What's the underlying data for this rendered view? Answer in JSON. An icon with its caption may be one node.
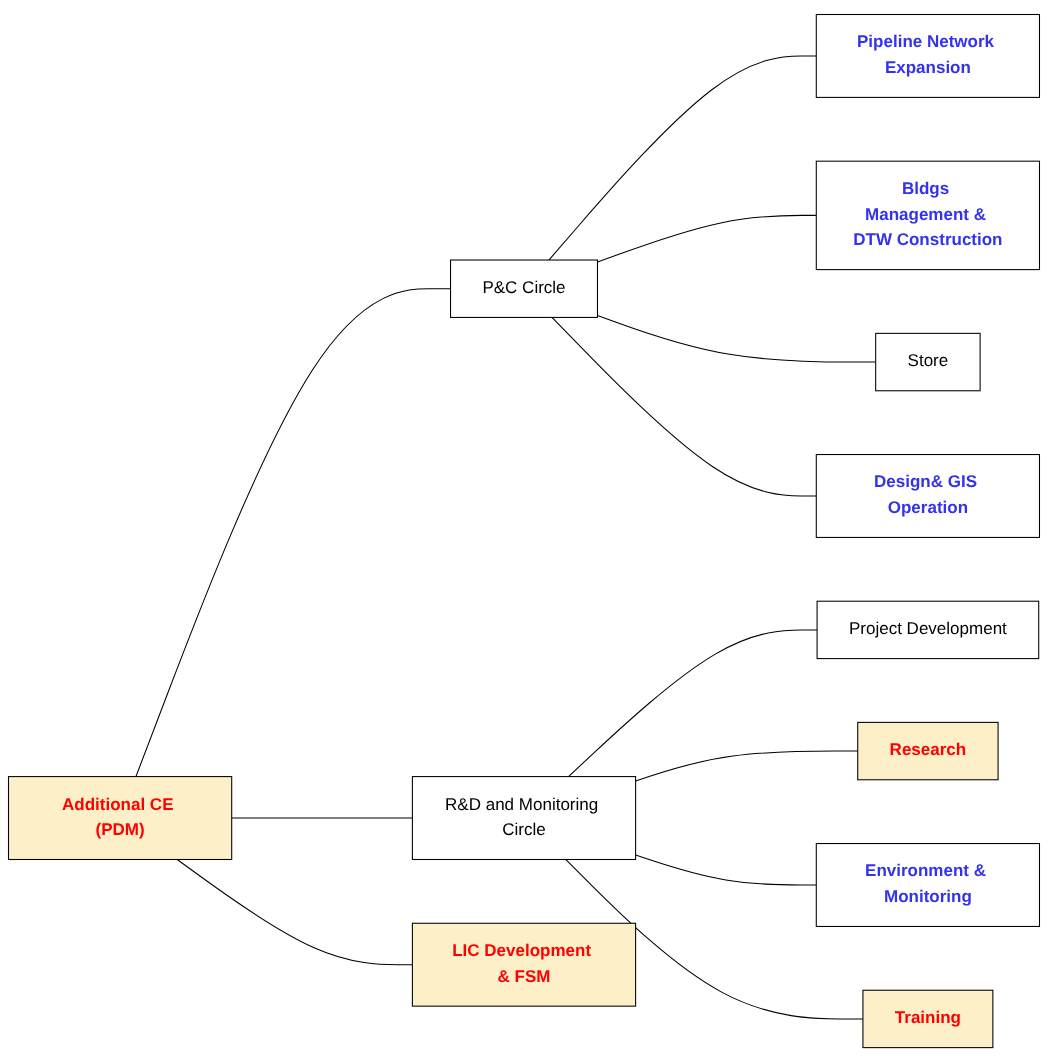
{
  "diagram": {
    "nodes": [
      {
        "text": [
          "Additional CE (PDM)"
        ]
      },
      {
        "text": [
          "P&C Circle"
        ]
      },
      {
        "text": [
          "R&D and Monitoring Circle"
        ]
      },
      {
        "text": [
          "Pipeline Network Expansion"
        ]
      },
      {
        "text": [
          "Bldgs Management & DTW Construction"
        ]
      },
      {
        "text": [
          "Store"
        ]
      },
      {
        "text": [
          "Design& GIS Operation"
        ]
      },
      {
        "text": [
          "Project Development"
        ]
      },
      {
        "text": [
          "Research"
        ]
      },
      {
        "text": [
          "Environment & Monitoring"
        ]
      },
      {
        "text": [
          "Training"
        ]
      },
      {
        "text": [
          "LIC Development & FSM"
        ]
      }
    ],
    "edges": [
      {
        "from": 0,
        "to": 1,
        "arrow": "none"
      },
      {
        "from": 0,
        "to": 2,
        "arrow": "none"
      },
      {
        "from": 0,
        "to": 11,
        "arrow": "none"
      },
      {
        "from": 1,
        "to": 3,
        "arrow": "none"
      },
      {
        "from": 1,
        "to": 4,
        "arrow": "none"
      },
      {
        "from": 1,
        "to": 5,
        "arrow": "none"
      },
      {
        "from": 1,
        "to": 6,
        "arrow": "none"
      },
      {
        "from": 2,
        "to": 7,
        "arrow": "none"
      },
      {
        "from": 2,
        "to": 8,
        "arrow": "none"
      },
      {
        "from": 2,
        "to": 9,
        "arrow": "none"
      },
      {
        "from": 2,
        "to": 10,
        "arrow": "none"
      }
    ]
  }
}
